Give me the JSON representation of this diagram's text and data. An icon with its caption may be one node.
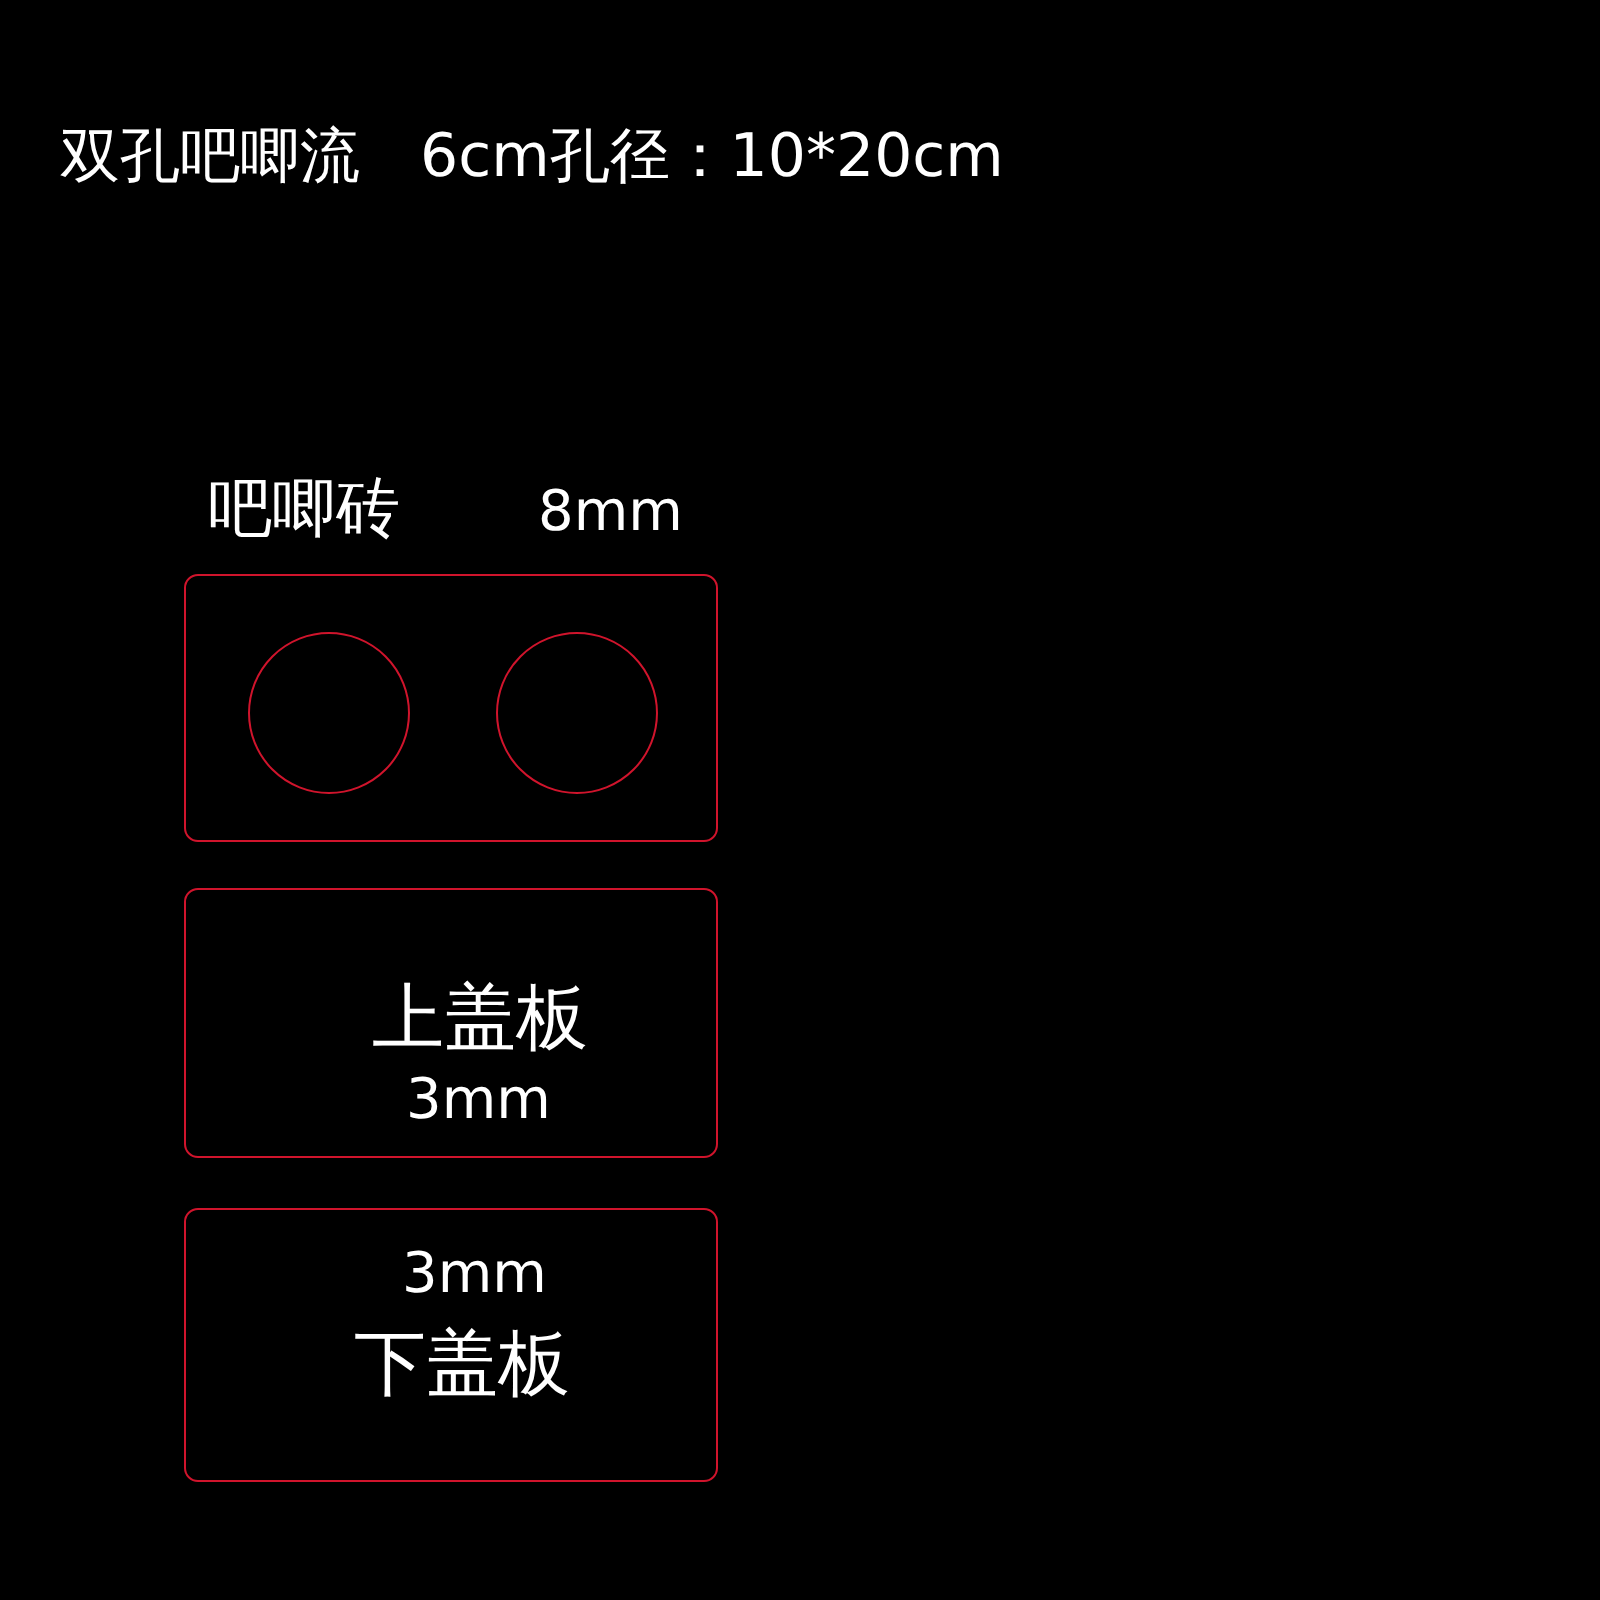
{
  "diagram": {
    "title": "双孔吧唧流　6cm孔径：10*20cm",
    "nodes": [
      {
        "text": [
          "吧唧砖",
          "8mm"
        ]
      },
      {
        "text": [],
        "shape": "circle",
        "in": 0
      },
      {
        "text": [],
        "shape": "circle",
        "in": 0
      },
      {
        "text": [
          "上盖板",
          "3mm"
        ]
      },
      {
        "text": [
          "3mm",
          "下盖板"
        ]
      }
    ]
  }
}
